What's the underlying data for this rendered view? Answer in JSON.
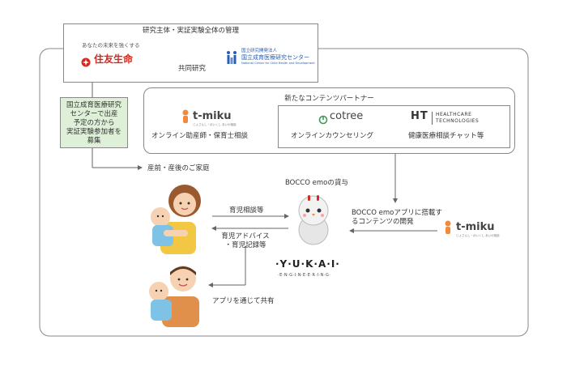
{
  "top": {
    "title": "研究主体・実証実験全体の管理",
    "sumitomo_tagline": "あなたの未来を強くする",
    "sumitomo_name": "住友生命",
    "ncchd_name_top": "国立研究開発法人",
    "ncchd_name": "国立成育医療研究センター",
    "ncchd_name_en": "National Center for Child Health and Development",
    "joint_label": "共同研究"
  },
  "recruit_box": {
    "lines": [
      "国立成育医療研究",
      "センターで出産",
      "予定の方から",
      "実証実験参加者を",
      "募集"
    ]
  },
  "partners": {
    "title": "新たなコンテンツパートナー",
    "tmiku_logo": "t-miku",
    "tmiku_sub": "じょさんし・ほいくし あいの相談",
    "tmiku_label": "オンライン助産師・保育士相談",
    "cotree_logo": "cotree",
    "cotree_label": "オンラインカウンセリング",
    "ht_logo": "HT",
    "ht_sub1": "HEALTHCARE",
    "ht_sub2": "TECHNOLOGIES",
    "ht_label": "健康医療相談チャット等"
  },
  "family": {
    "label": "産前・産後のご家庭"
  },
  "bocco": {
    "label": "BOCCO emoの貸与",
    "consult_label": "育児相談等",
    "advice_lines": [
      "育児アドバイス",
      "・育児記録等"
    ],
    "share_label": "アプリを通じて共有",
    "dev_lines": [
      "BOCCO emoアプリに搭載す",
      "るコンテンツの開発"
    ],
    "tmiku_logo": "t-miku",
    "tmiku_sub": "じょさんし・ほいくし あいの相談"
  },
  "yukai": {
    "name": "·Y·U·K·A·I·",
    "sub": "·E·N·G·I·N·E·E·R·I·N·G·"
  },
  "colors": {
    "green_box": "#dff0d8",
    "tmiku_orange": "#f08a3c",
    "sumitomo_red": "#d8281e",
    "ncchd_blue": "#2a5db0",
    "cotree_green": "#3f9b54"
  }
}
